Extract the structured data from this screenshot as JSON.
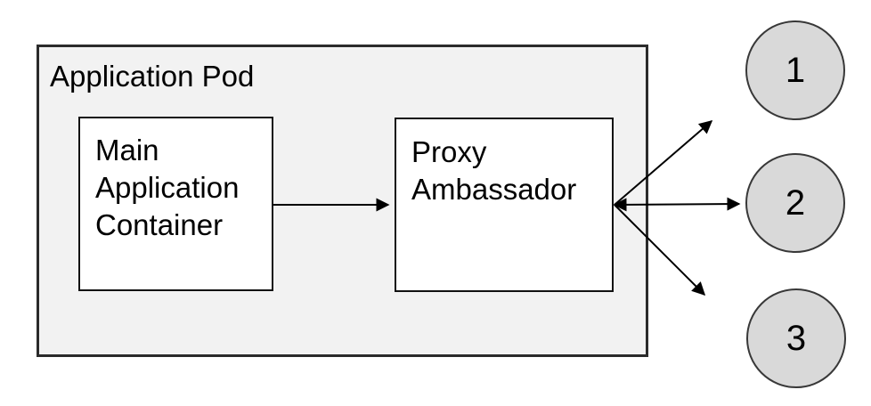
{
  "diagram": {
    "title_hint": "Ambassador sidecar container pattern diagram",
    "pod": {
      "label": "Application Pod"
    },
    "nodes": [
      {
        "id": "main-application-container",
        "label": "Main Application Container"
      },
      {
        "id": "proxy-ambassador",
        "label": "Proxy Ambassador"
      }
    ],
    "endpoints": [
      {
        "id": "endpoint-1",
        "label": "1"
      },
      {
        "id": "endpoint-2",
        "label": "2"
      },
      {
        "id": "endpoint-3",
        "label": "3"
      }
    ],
    "edges": [
      {
        "from": "main-application-container",
        "to": "proxy-ambassador",
        "arrowheads": "end"
      },
      {
        "from": "proxy-ambassador",
        "to": "endpoint-1",
        "arrowheads": "end"
      },
      {
        "from": "proxy-ambassador",
        "to": "endpoint-2",
        "arrowheads": "both"
      },
      {
        "from": "proxy-ambassador",
        "to": "endpoint-3",
        "arrowheads": "end"
      }
    ],
    "colors": {
      "pod_fill": "#f2f2f2",
      "node_fill": "#ffffff",
      "endpoint_fill": "#d9d9d9",
      "stroke": "#000000",
      "background": "#ffffff"
    }
  }
}
